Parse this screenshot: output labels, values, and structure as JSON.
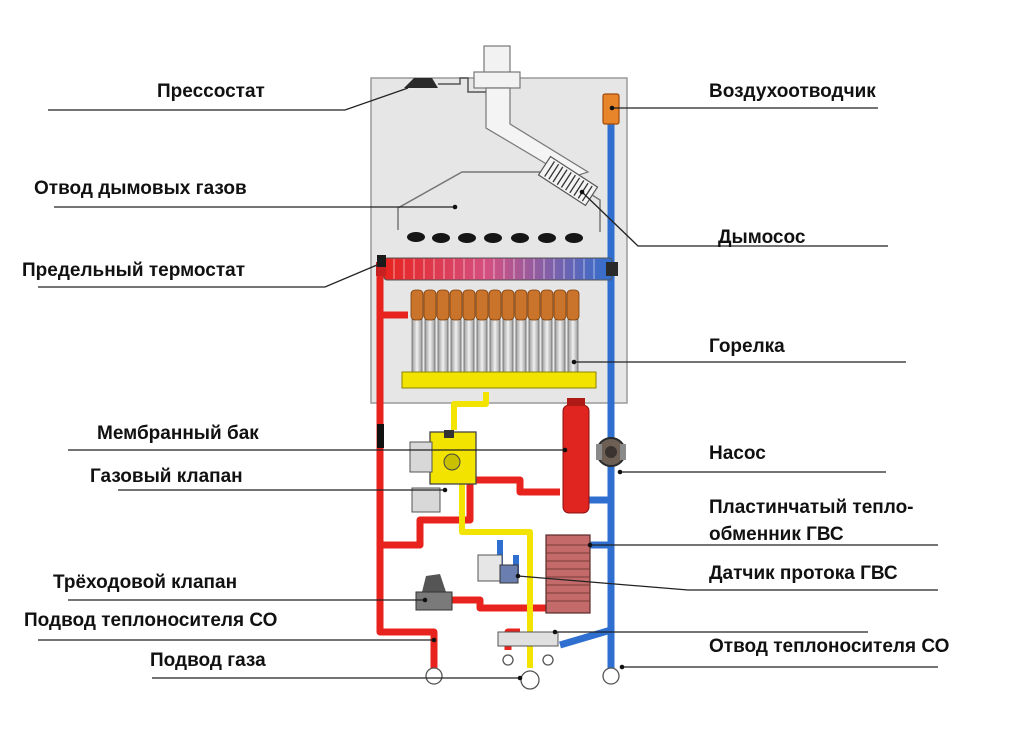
{
  "labels": {
    "pressostat": "Прессостат",
    "flue_outlet": "Отвод дымовых газов",
    "limit_thermostat": "Предельный термостат",
    "expansion_tank": "Мембранный бак",
    "gas_valve": "Газовый клапан",
    "three_way_valve": "Трёходовой клапан",
    "heating_supply": "Подвод теплоносителя СО",
    "gas_supply": "Подвод газа",
    "air_vent": "Воздухоотводчик",
    "fan": "Дымосос",
    "burner": "Горелка",
    "pump": "Насос",
    "dhw_exchanger_line1": "Пластинчатый тепло-",
    "dhw_exchanger_line2": "обменник ГВС",
    "dhw_flow_sensor": "Датчик протока ГВС",
    "heating_return": "Отвод теплоносителя СО"
  },
  "colors": {
    "casing": "#e6e6e6",
    "supply_pipe": "#e8231e",
    "return_pipe": "#2f6fd0",
    "gas_pipe": "#f2e400",
    "burner_copper": "#c9742a",
    "leader_line": "#222222"
  }
}
